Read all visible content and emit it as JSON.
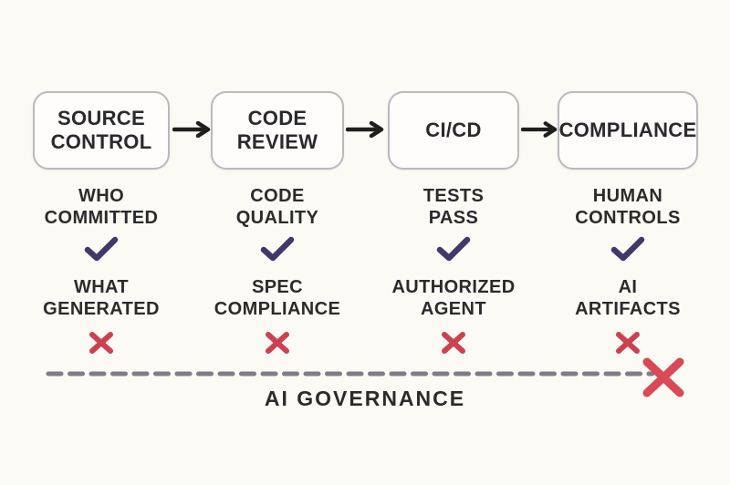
{
  "colors": {
    "background": "#fbfaf4",
    "box_border": "#b9b9bf",
    "box_fill": "#fefdfb",
    "text": "#2a2a2e",
    "check": "#413968",
    "cross": "#cc4150",
    "big_cross": "#d84a55",
    "dash": "#7f7d86",
    "arrow": "#1f1f1f"
  },
  "stages": [
    {
      "box_line1": "SOURCE",
      "box_line2": "CONTROL",
      "pass_line1": "WHO",
      "pass_line2": "COMMITTED",
      "fail_line1": "WHAT",
      "fail_line2": "GENERATED"
    },
    {
      "box_line1": "CODE",
      "box_line2": "REVIEW",
      "pass_line1": "CODE",
      "pass_line2": "QUALITY",
      "fail_line1": "SPEC",
      "fail_line2": "COMPLIANCE"
    },
    {
      "box_line1": "CI/CD",
      "box_line2": "",
      "pass_line1": "TESTS",
      "pass_line2": "PASS",
      "fail_line1": "AUTHORIZED",
      "fail_line2": "AGENT"
    },
    {
      "box_line1": "COMPLIANCE",
      "box_line2": "",
      "pass_line1": "HUMAN",
      "pass_line2": "CONTROLS",
      "fail_line1": "AI",
      "fail_line2": "ARTIFACTS"
    }
  ],
  "governance_label": "AI GOVERNANCE"
}
